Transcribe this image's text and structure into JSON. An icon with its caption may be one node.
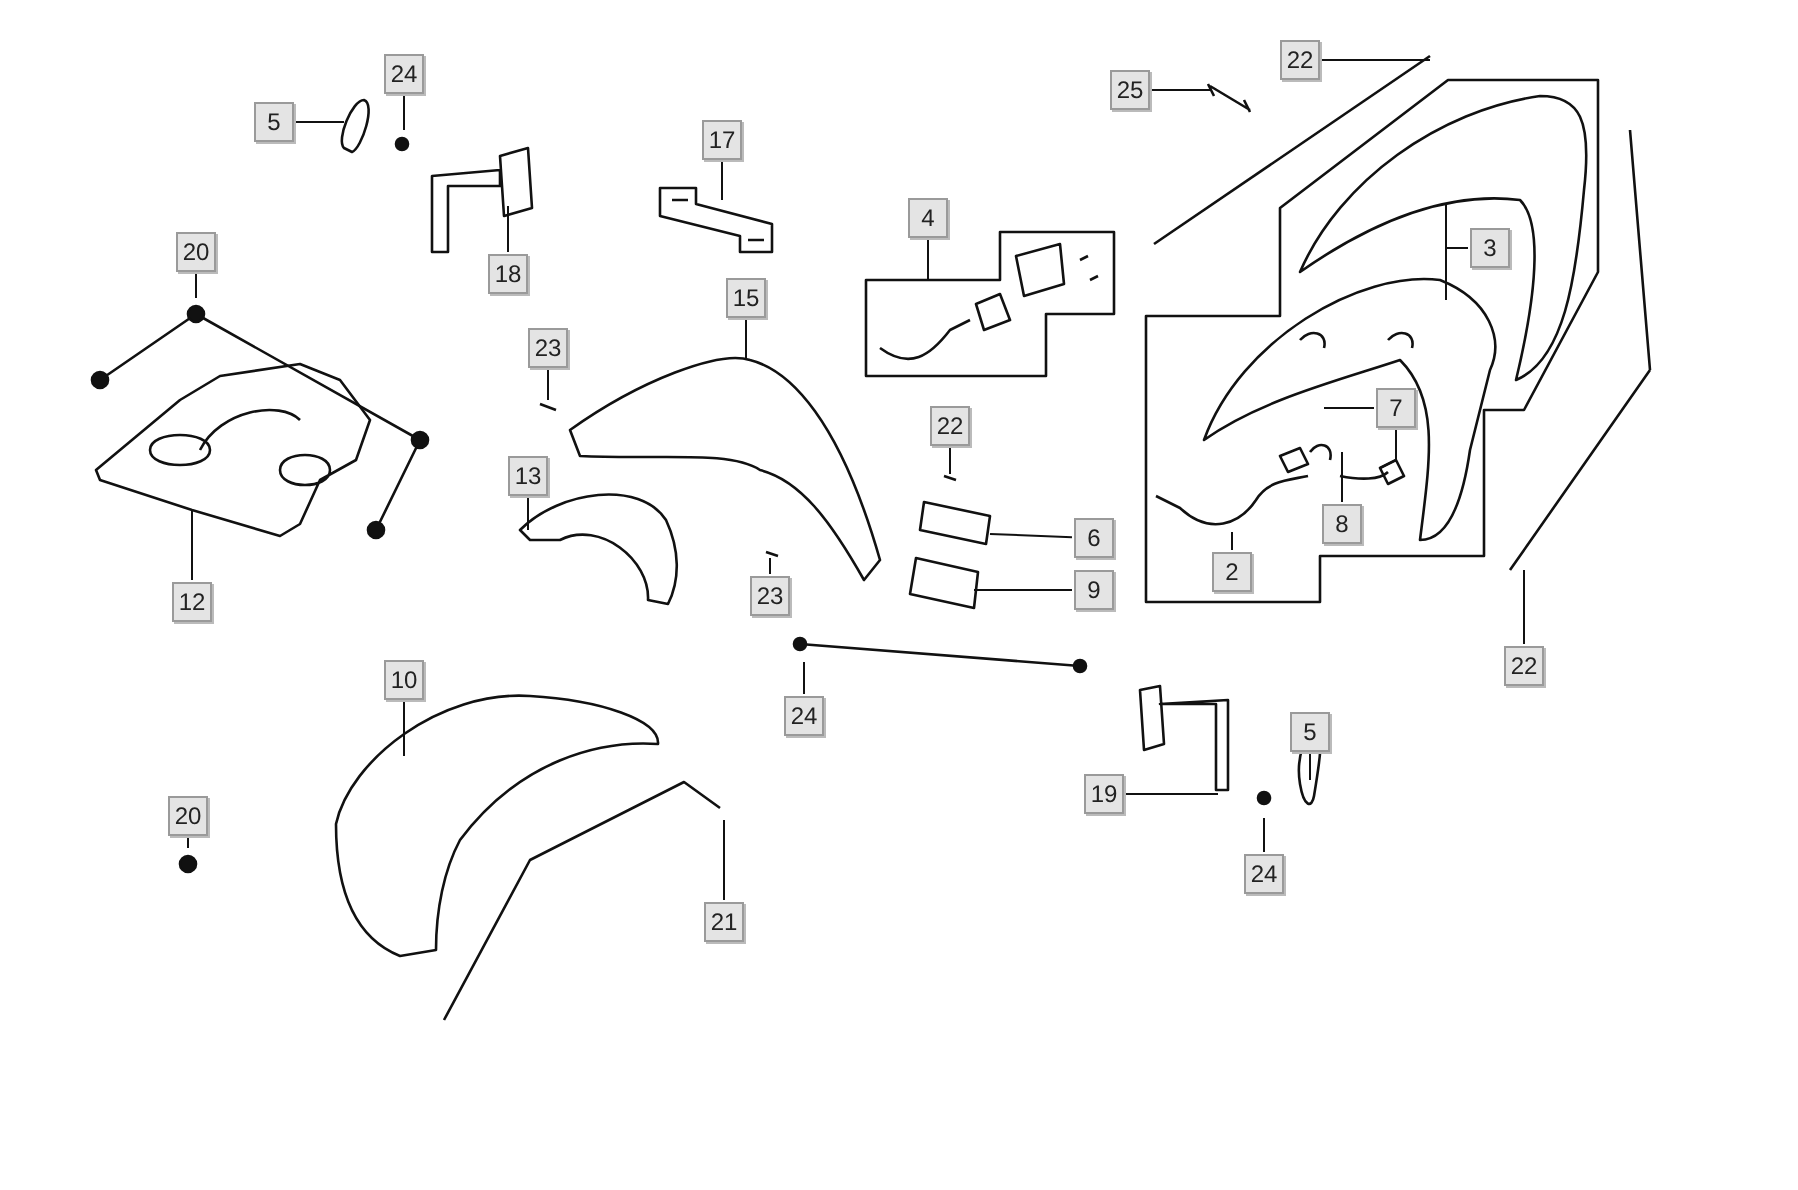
{
  "diagram": {
    "nodes": [
      {
        "text": [
          "22"
        ]
      },
      {
        "text": [
          "25"
        ]
      },
      {
        "text": [
          "24"
        ]
      },
      {
        "text": [
          "5"
        ]
      },
      {
        "text": [
          "17"
        ]
      },
      {
        "text": [
          "4"
        ]
      },
      {
        "text": [
          "18"
        ]
      },
      {
        "text": [
          "3"
        ]
      },
      {
        "text": [
          "20"
        ]
      },
      {
        "text": [
          "15"
        ]
      },
      {
        "text": [
          "23"
        ]
      },
      {
        "text": [
          "22"
        ]
      },
      {
        "text": [
          "7"
        ]
      },
      {
        "text": [
          "13"
        ]
      },
      {
        "text": [
          "6"
        ]
      },
      {
        "text": [
          "8"
        ]
      },
      {
        "text": [
          "23"
        ]
      },
      {
        "text": [
          "12"
        ]
      },
      {
        "text": [
          "9"
        ]
      },
      {
        "text": [
          "2"
        ]
      },
      {
        "text": [
          "22"
        ]
      },
      {
        "text": [
          "10"
        ]
      },
      {
        "text": [
          "24"
        ]
      },
      {
        "text": [
          "5"
        ]
      },
      {
        "text": [
          "19"
        ]
      },
      {
        "text": [
          "20"
        ]
      },
      {
        "text": [
          "24"
        ]
      },
      {
        "text": [
          "21"
        ]
      }
    ],
    "edges": [
      {
        "from": 0,
        "to": null,
        "arrow": "none"
      },
      {
        "from": 1,
        "to": null,
        "arrow": "none"
      },
      {
        "from": 2,
        "to": null,
        "arrow": "none"
      },
      {
        "from": 3,
        "to": null,
        "arrow": "none"
      },
      {
        "from": 4,
        "to": null,
        "arrow": "none"
      },
      {
        "from": 5,
        "to": null,
        "arrow": "none"
      },
      {
        "from": 6,
        "to": null,
        "arrow": "none"
      },
      {
        "from": 7,
        "to": null,
        "arrow": "none"
      },
      {
        "from": 8,
        "to": null,
        "arrow": "none"
      },
      {
        "from": 9,
        "to": null,
        "arrow": "none"
      },
      {
        "from": 10,
        "to": null,
        "arrow": "none"
      },
      {
        "from": 11,
        "to": null,
        "arrow": "none"
      },
      {
        "from": 12,
        "to": null,
        "arrow": "none"
      },
      {
        "from": 13,
        "to": null,
        "arrow": "none"
      },
      {
        "from": 14,
        "to": null,
        "arrow": "none"
      },
      {
        "from": 15,
        "to": null,
        "arrow": "none"
      },
      {
        "from": 16,
        "to": null,
        "arrow": "none"
      },
      {
        "from": 17,
        "to": null,
        "arrow": "none"
      },
      {
        "from": 18,
        "to": null,
        "arrow": "none"
      },
      {
        "from": 19,
        "to": null,
        "arrow": "none"
      },
      {
        "from": 20,
        "to": null,
        "arrow": "none"
      },
      {
        "from": 21,
        "to": null,
        "arrow": "none"
      },
      {
        "from": 22,
        "to": null,
        "arrow": "none"
      },
      {
        "from": 23,
        "to": null,
        "arrow": "none"
      },
      {
        "from": 24,
        "to": null,
        "arrow": "none"
      },
      {
        "from": 25,
        "to": null,
        "arrow": "none"
      },
      {
        "from": 26,
        "to": null,
        "arrow": "none"
      },
      {
        "from": 27,
        "to": null,
        "arrow": "none"
      }
    ]
  }
}
